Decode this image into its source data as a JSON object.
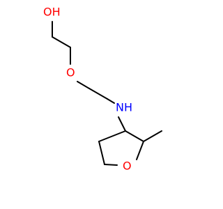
{
  "molecule": {
    "atoms": {
      "hydroxyl": "OH",
      "ether_oxygen": "O",
      "amine": "N",
      "amine_h": "H",
      "ring_oxygen": "O"
    },
    "colors": {
      "bond": "#000000",
      "oxygen": "#ff0000",
      "nitrogen": "#0000ff",
      "background": "#ffffff"
    }
  }
}
